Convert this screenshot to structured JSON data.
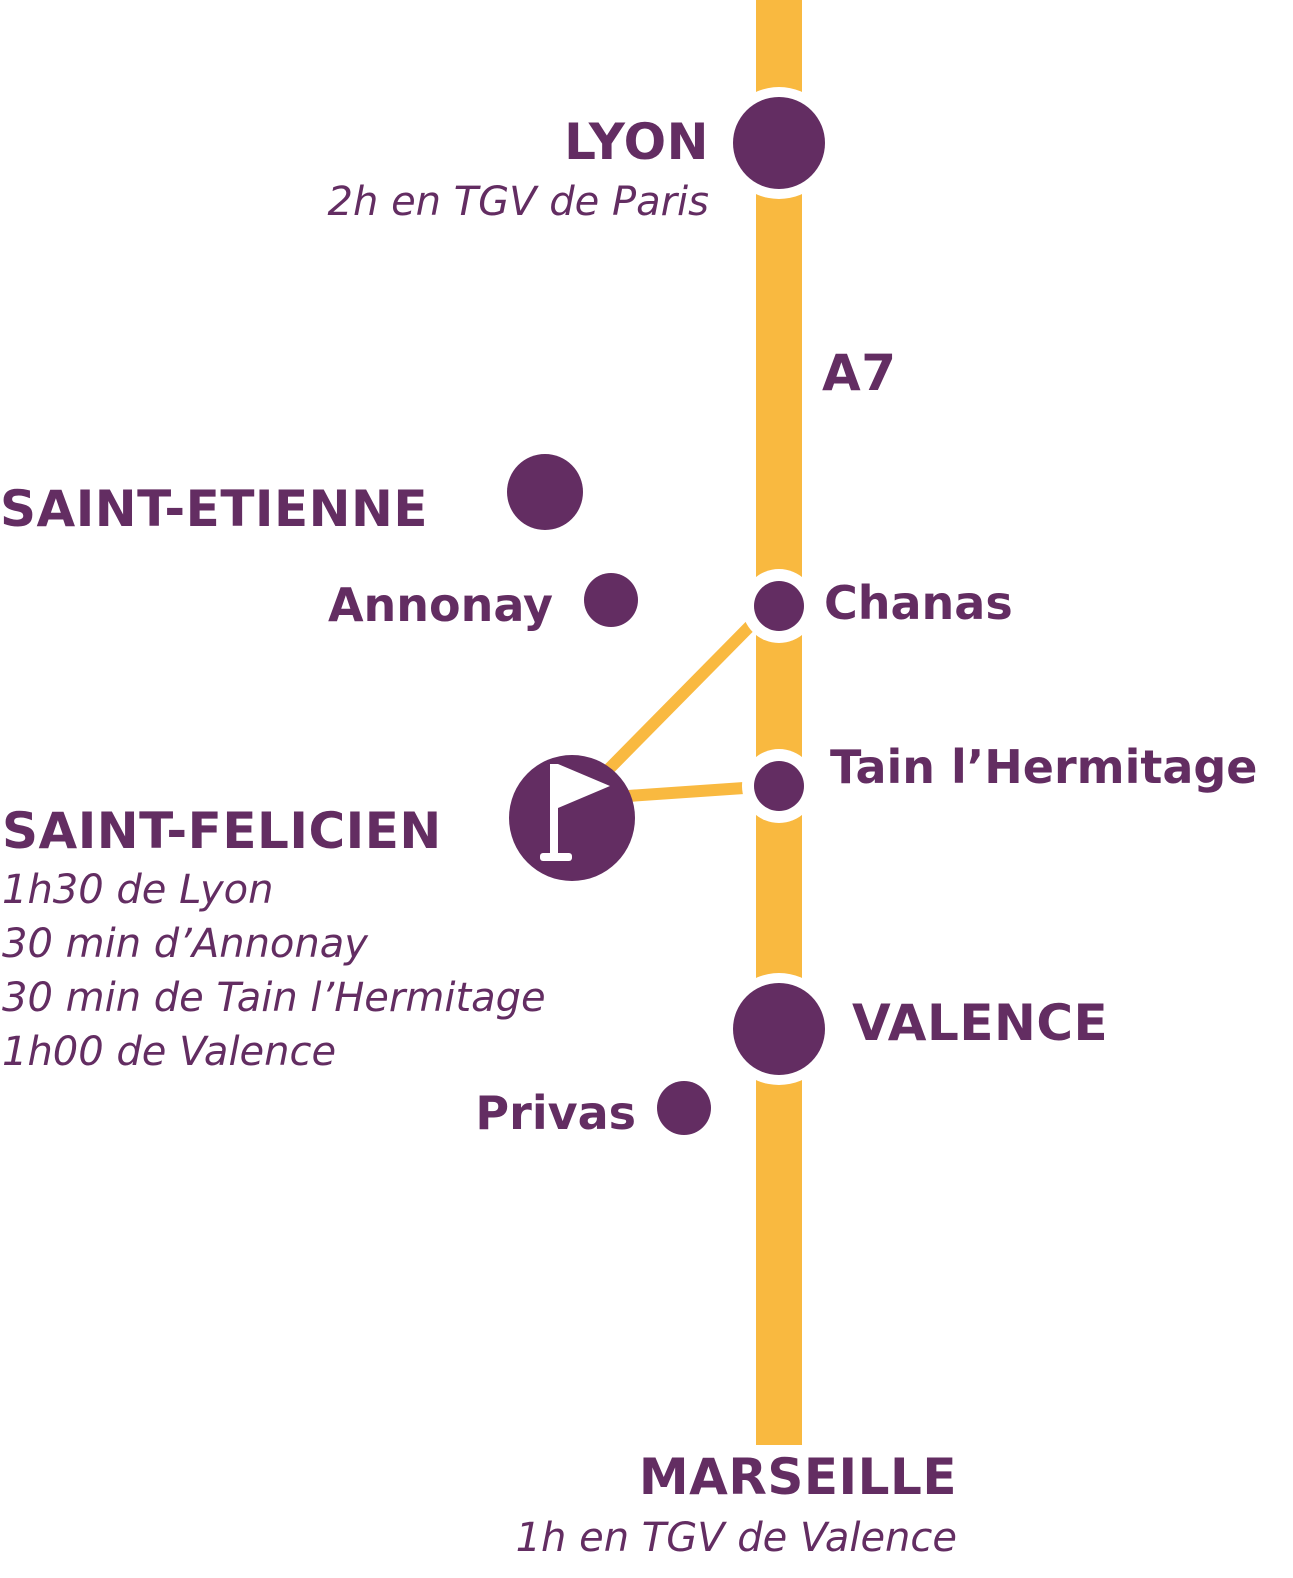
{
  "colors": {
    "road": "#f9b940",
    "city": "#632d62",
    "halo": "#ffffff"
  },
  "road": {
    "label": "A7"
  },
  "cities": {
    "lyon": {
      "name": "LYON",
      "note": "2h en TGV de Paris"
    },
    "saint_etienne": {
      "name": "SAINT-ETIENNE"
    },
    "annonay": {
      "name": "Annonay"
    },
    "chanas": {
      "name": "Chanas"
    },
    "tain": {
      "name": "Tain l’Hermitage"
    },
    "saint_felicien": {
      "name": "SAINT-FELICIEN",
      "notes": [
        "1h30 de Lyon",
        "30 min d’Annonay",
        "30 min de Tain l’Hermitage",
        "1h00 de Valence"
      ],
      "icon": "golf-flag-icon"
    },
    "valence": {
      "name": "VALENCE"
    },
    "privas": {
      "name": "Privas"
    },
    "marseille": {
      "name": "MARSEILLE",
      "note": "1h en TGV de Valence"
    }
  }
}
